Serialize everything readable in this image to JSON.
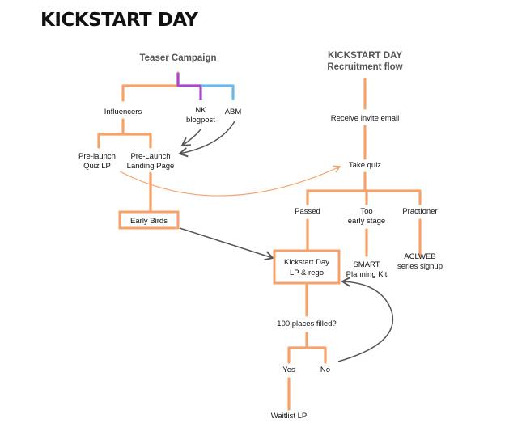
{
  "title": "KICKSTART DAY",
  "teaser": {
    "heading": "Teaser Campaign",
    "influencers": "Influencers",
    "nk_line1": "NK",
    "nk_line2": "blogpost",
    "abm": "ABM",
    "prelaunch_line1": "Pre-launch",
    "prelaunch_line2": "Quiz LP",
    "landing_line1": "Pre-Launch",
    "landing_line2": "Landing Page",
    "early_birds": "Early Birds"
  },
  "recruitment": {
    "heading_line1": "KICKSTART DAY",
    "heading_line2": "Recruitment flow",
    "receive": "Receive invite email",
    "take_quiz": "Take quiz",
    "passed": "Passed",
    "too_line1": "Too",
    "too_line2": "early stage",
    "practioner": "Practioner",
    "kickstart_line1": "Kickstart Day",
    "kickstart_line2": "LP & rego",
    "smart_line1": "SMART",
    "smart_line2": "Planning Kit",
    "aclweb_line1": "ACLWEB",
    "aclweb_line2": "series signup",
    "places": "100 places filled?",
    "yes": "Yes",
    "no": "No",
    "waitlist": "Waitlist LP"
  },
  "colors": {
    "connector": "#f7a26a",
    "nk_branch": "#a64ac9",
    "abm_branch": "#6ab7ea",
    "arrow": "#555555"
  }
}
